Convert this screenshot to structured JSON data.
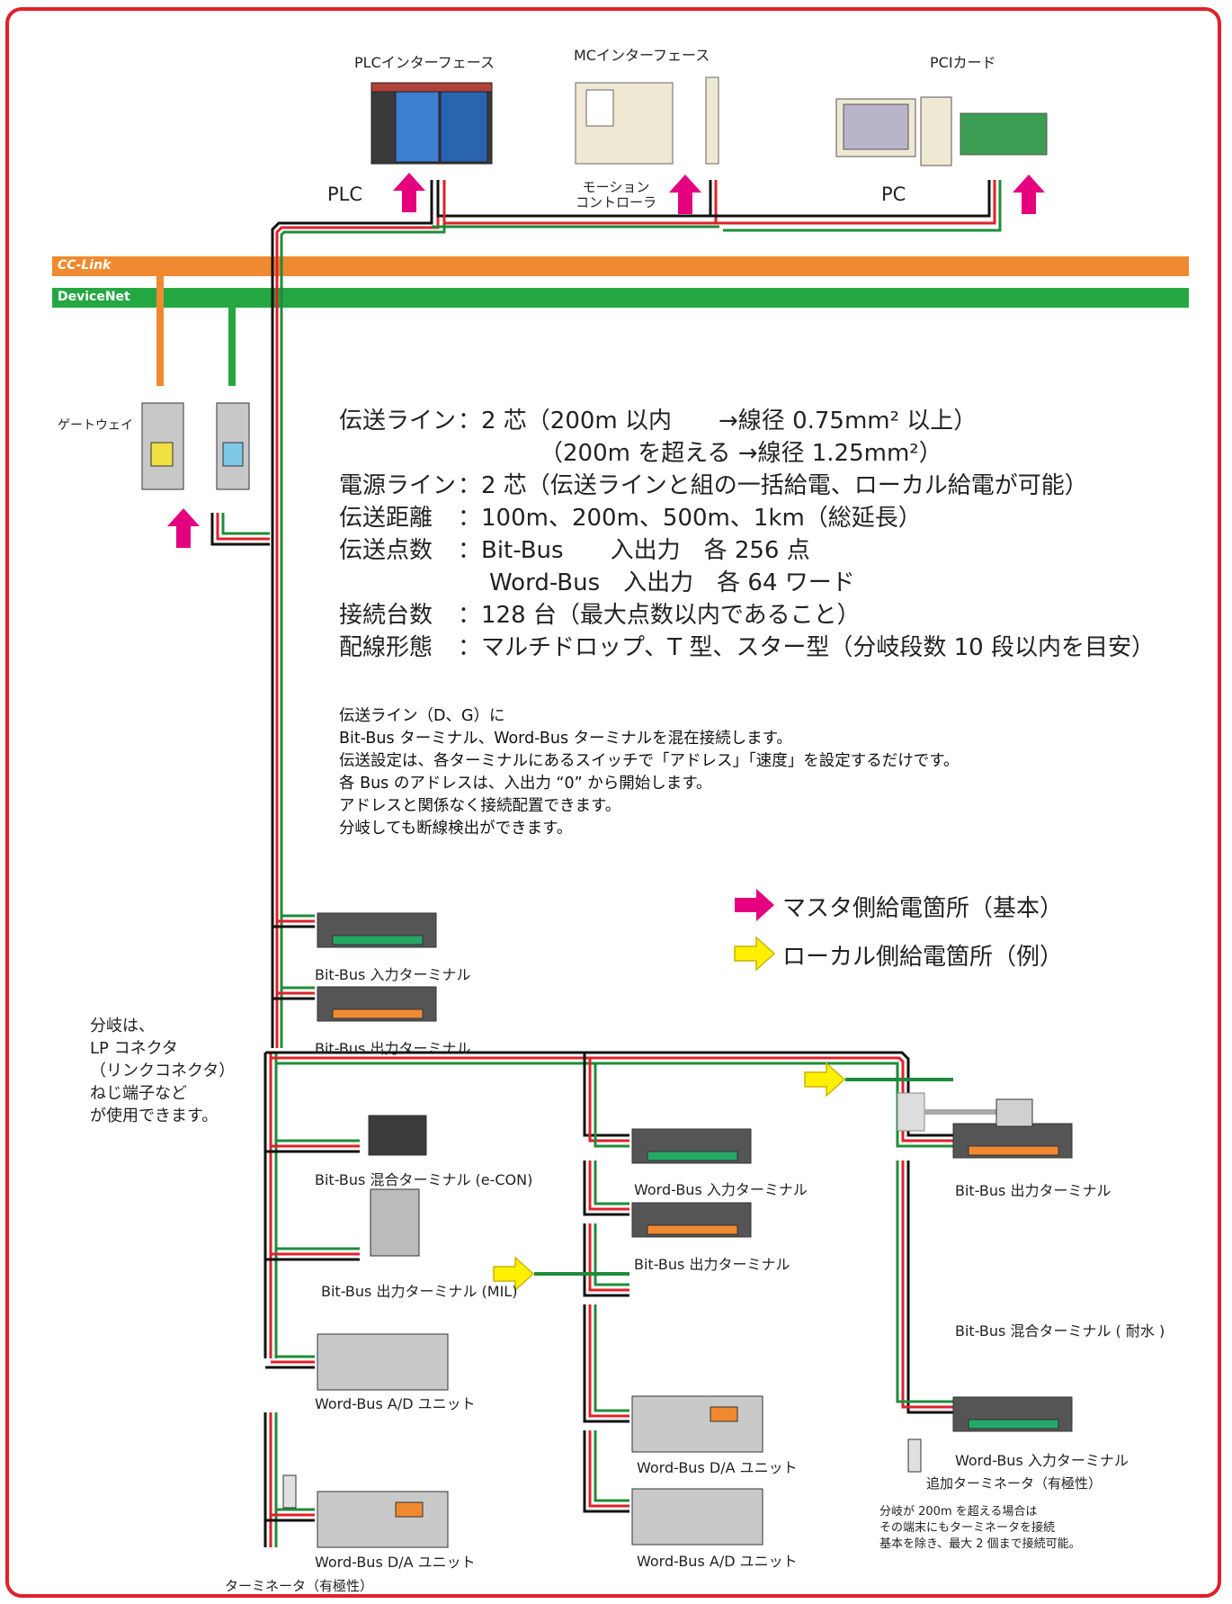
{
  "top_devices": {
    "plc_interface": "PLCインターフェース",
    "mc_interface": "MCインターフェース",
    "pci_card": "PCIカード",
    "plc": "PLC",
    "motion_controller": "モーション\nコントローラ",
    "pc": "PC"
  },
  "networks": {
    "cclink": "CC-Link",
    "devicenet": "DeviceNet"
  },
  "gateway": "ゲートウェイ",
  "specs": [
    {
      "label": "伝送ライン",
      "value": "：2 芯（200m 以内　　→線径 0.75mm² 以上）"
    },
    {
      "label": "",
      "value": "（200m を超える →線径 1.25mm²）"
    },
    {
      "label": "電源ライン",
      "value": "：2 芯（伝送ラインと組の一括給電、ローカル給電が可能）"
    },
    {
      "label": "伝送距離",
      "value": "：100m、200m、500m、1km（総延長）"
    },
    {
      "label": "伝送点数",
      "value": "：Bit-Bus　　入出力　各 256 点"
    },
    {
      "label": "",
      "value": "Word-Bus　入出力　各 64 ワード"
    },
    {
      "label": "接続台数",
      "value": "：128 台（最大点数以内であること）"
    },
    {
      "label": "配線形態",
      "value": "：マルチドロップ、T 型、スター型（分岐段数 10 段以内を目安）"
    }
  ],
  "notes": [
    "伝送ライン（D、G）に",
    "Bit-Bus ターミナル、Word-Bus ターミナルを混在接続します。",
    "伝送設定は、各ターミナルにあるスイッチで「アドレス」「速度」を設定するだけです。",
    "各 Bus のアドレスは、入出力 “0” から開始します。",
    "アドレスと関係なく接続配置できます。",
    "分岐しても断線検出ができます。"
  ],
  "legend": {
    "master": "マスタ側給電箇所（基本）",
    "local": "ローカル側給電箇所（例）",
    "master_color": "#e4007f",
    "local_color": "#fff000"
  },
  "branch_note": [
    "分岐は、",
    "LP コネクタ",
    "（リンクコネクタ）",
    "ねじ端子など",
    "が使用できます。"
  ],
  "terminals": {
    "bit_in_1": "Bit-Bus 入力ターミナル",
    "bit_out_1": "Bit-Bus 出力ターミナル",
    "bit_mix_econ": "Bit-Bus 混合ターミナル (e-CON)",
    "bit_out_mil": "Bit-Bus 出力ターミナル (MIL)",
    "word_ad_1": "Word-Bus A/D ユニット",
    "word_da_1": "Word-Bus D/A ユニット",
    "terminator_1": "ターミネータ（有極性）",
    "word_in_2": "Word-Bus 入力ターミナル",
    "bit_out_2": "Bit-Bus 出力ターミナル",
    "word_da_2": "Word-Bus D/A ユニット",
    "word_ad_2": "Word-Bus A/D ユニット",
    "bit_out_3": "Bit-Bus 出力ターミナル",
    "bit_mix_water": "Bit-Bus 混合ターミナル ( 耐水 )",
    "word_in_3": "Word-Bus 入力ターミナル",
    "terminator_2": "追加ターミネータ（有極性）"
  },
  "footnote": [
    "分岐が 200m を超える場合は",
    "その端末にもターミネータを接続",
    "基本を除き、最大 2 個まで接続可能。"
  ],
  "colors": {
    "frame": "#e0202a",
    "cclink": "#f08a30",
    "devicenet": "#25a843",
    "wire_red": "#e0202a",
    "wire_green": "#1e8c3a",
    "wire_black": "#111111"
  }
}
